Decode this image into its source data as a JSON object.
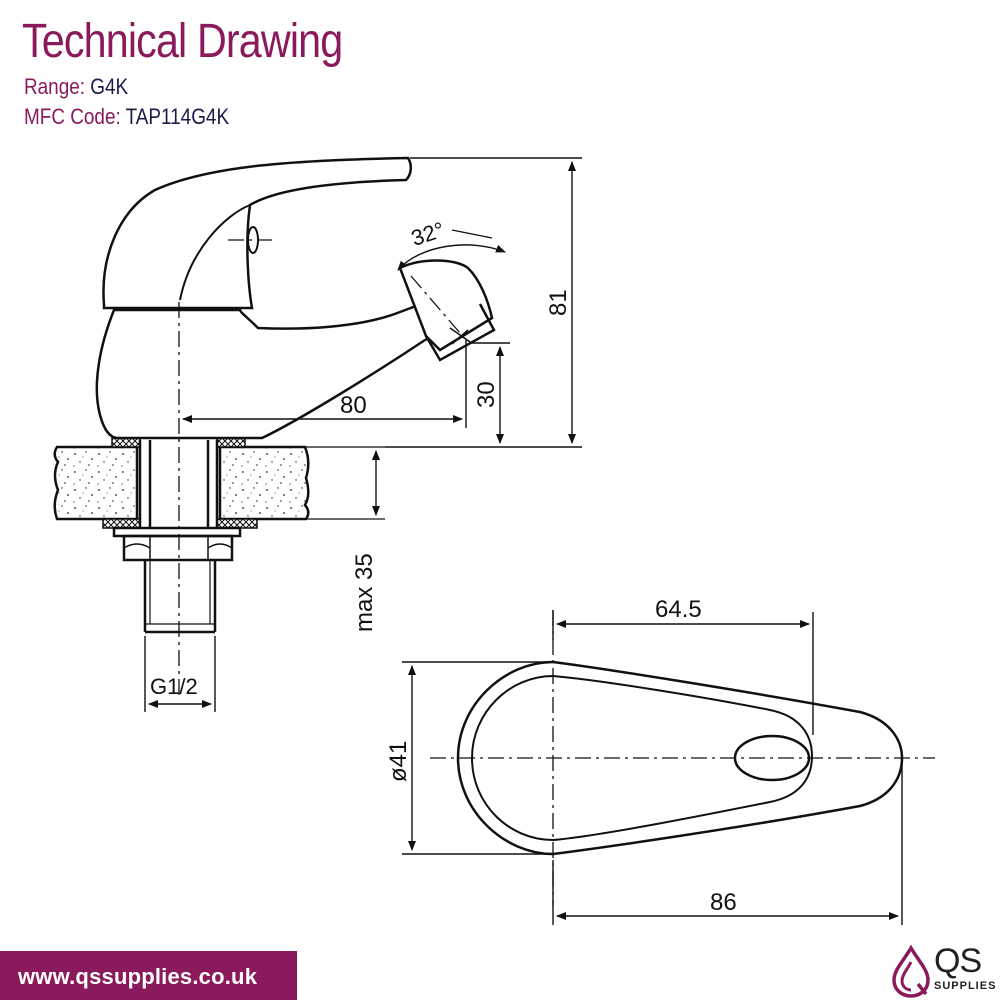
{
  "header": {
    "title": "Technical Drawing",
    "range_label": "Range:",
    "range_value": "G4K",
    "code_label": "MFC Code:",
    "code_value": "TAP114G4K"
  },
  "dimensions": {
    "angle": "32°",
    "height_total": "81",
    "reach": "80",
    "spout_height": "30",
    "max_deck": "max 35",
    "thread": "G1/2",
    "lever_length": "64.5",
    "body_diameter": "ø41",
    "overall_length": "86"
  },
  "footer": {
    "url": "www.qssupplies.co.uk",
    "logo_text": "QS",
    "logo_sub": "SUPPLIES"
  },
  "colors": {
    "brand": "#8a1a5b",
    "ink": "#111111"
  }
}
